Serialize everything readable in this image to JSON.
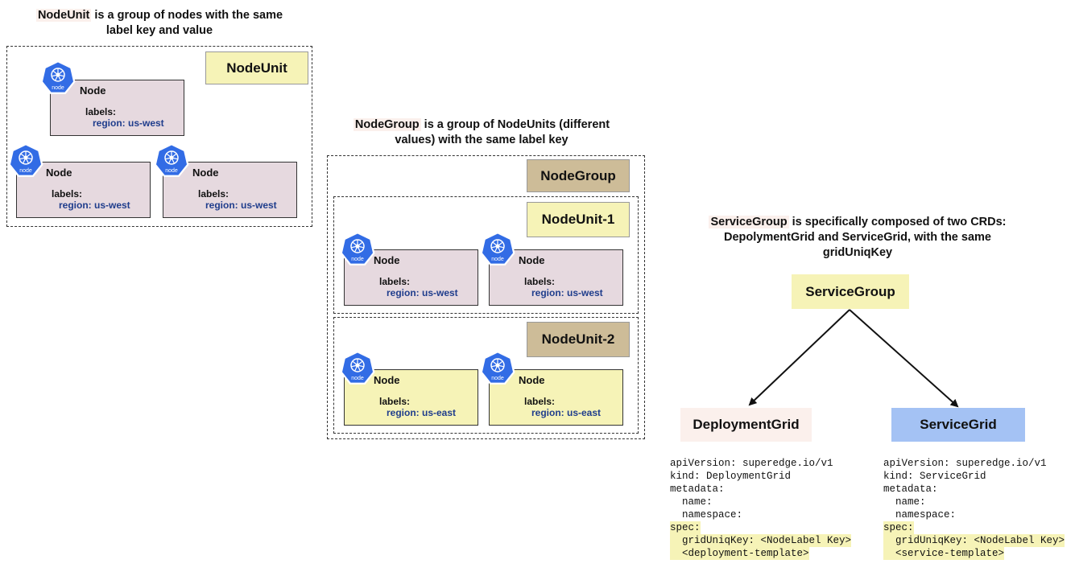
{
  "captions": {
    "nodeunit": {
      "term": "NodeUnit",
      "line1": " is a group of nodes with the same",
      "line2": "label key and value"
    },
    "nodegroup": {
      "term": "NodeGroup",
      "line1": " is a group of NodeUnits (different",
      "line2": "values) with the same label key"
    },
    "servicegroup": {
      "term": "ServiceGroup",
      "line1": " is specifically composed of two CRDs:",
      "line2": "DepolymentGrid and ServiceGrid, with the same",
      "line3": "gridUniqKey"
    }
  },
  "tags": {
    "nodeunit": "NodeUnit",
    "nodegroup": "NodeGroup",
    "nodeunit1": "NodeUnit-1",
    "nodeunit2": "NodeUnit-2",
    "servicegroup": "ServiceGroup",
    "deploymentgrid": "DeploymentGrid",
    "servicegrid": "ServiceGrid"
  },
  "node": {
    "title": "Node",
    "labels": "labels:",
    "icon_text": "node"
  },
  "regions": {
    "west": "region: us-west",
    "east": "region: us-east"
  },
  "colors": {
    "pink": "#e6d9df",
    "yellow": "#f6f3b7",
    "tan": "#cdbc98",
    "blue": "#a4c2f4",
    "peach": "#fbf0ec",
    "k8s_blue": "#326ce5"
  },
  "code_deployment": [
    "apiVersion: superedge.io/v1",
    "kind: DeploymentGrid",
    "metadata:",
    "  name:",
    "  namespace:",
    "spec:",
    "  gridUniqKey: <NodeLabel Key>",
    "  <deployment-template>"
  ],
  "code_service": [
    "apiVersion: superedge.io/v1",
    "kind: ServiceGrid",
    "metadata:",
    "  name:",
    "  namespace:",
    "spec:",
    "  gridUniqKey: <NodeLabel Key>",
    "  <service-template>"
  ]
}
